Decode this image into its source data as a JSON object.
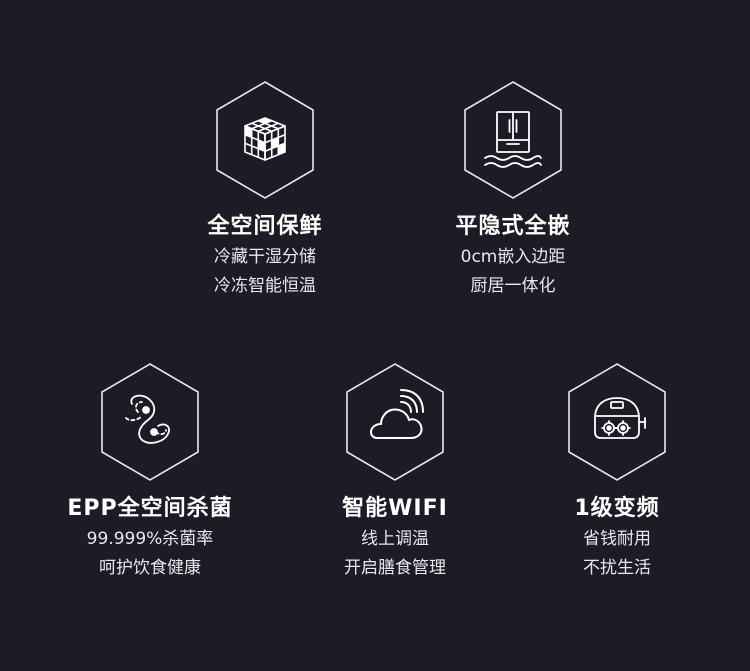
{
  "features": [
    {
      "title": "全空间保鲜",
      "line1": "冷藏干湿分储",
      "line2": "冷冻智能恒温",
      "icon": "rubiks-cube-icon"
    },
    {
      "title": "平隐式全嵌",
      "line1": "0cm嵌入边距",
      "line2": "厨居一体化",
      "icon": "refrigerator-icon"
    },
    {
      "title": "EPP全空间杀菌",
      "line1": "99.999%杀菌率",
      "line2": "呵护饮食健康",
      "icon": "sterilization-icon"
    },
    {
      "title": "智能WIFI",
      "line1": "线上调温",
      "line2": "开启膳食管理",
      "icon": "wifi-cloud-icon"
    },
    {
      "title": "1级变频",
      "line1": "省钱耐用",
      "line2": "不扰生活",
      "icon": "compressor-icon"
    }
  ]
}
